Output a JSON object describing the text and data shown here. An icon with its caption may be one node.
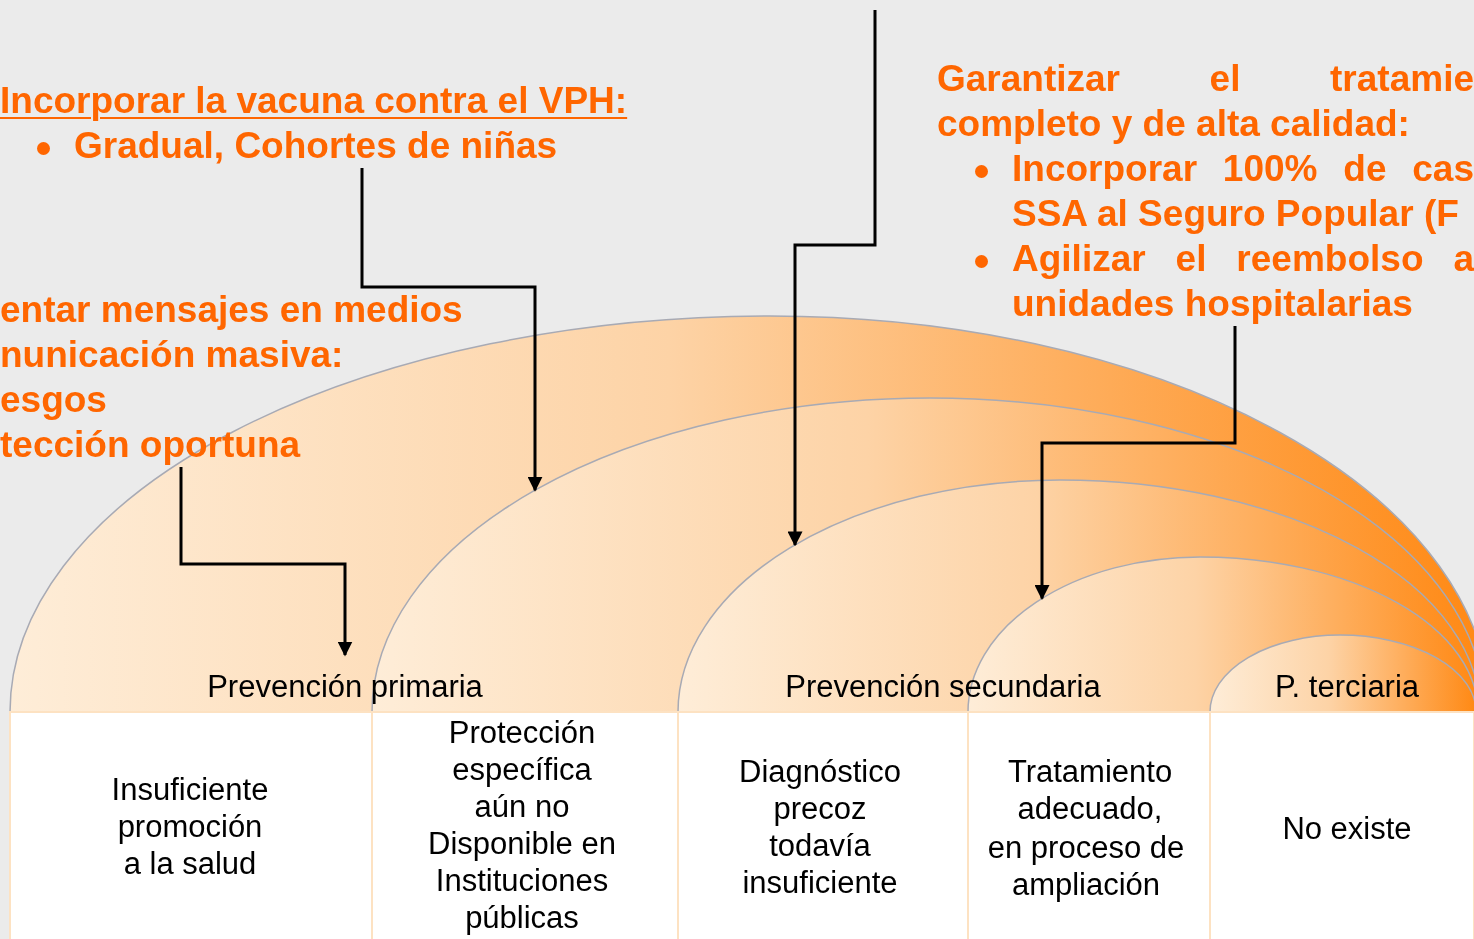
{
  "diagram": {
    "nodes": [
      {
        "text": [
          "Incorporar la vacuna contra el VPH:",
          "Gradual, Cohortes de niñas"
        ]
      },
      {
        "text": [
          "Garantizar el tratamie",
          "completo y de alta calidad:",
          "Incorporar 100% de cas",
          "SSA al Seguro Popular (F",
          "Agilizar el reembolso a",
          "unidades hospitalarias"
        ]
      },
      {
        "text": [
          "entar mensajes en medios",
          "nunicación masiva:",
          "esgos",
          "tección oportuna"
        ]
      },
      {
        "text": [],
        "shape": "arc"
      },
      {
        "text": [],
        "shape": "arc",
        "in": 3
      },
      {
        "text": [],
        "shape": "arc",
        "in": 4
      },
      {
        "text": [],
        "shape": "arc",
        "in": 5
      },
      {
        "text": [],
        "shape": "arc",
        "in": 6
      }
    ],
    "edges": [
      {
        "from": 2,
        "to": 3,
        "arrow": "to"
      },
      {
        "from": 0,
        "to": 4,
        "arrow": "to"
      },
      {
        "from": null,
        "to": 5,
        "arrow": "to"
      },
      {
        "from": 1,
        "to": 6,
        "arrow": "to"
      }
    ],
    "labels": [
      "Prevención primaria",
      "Prevención secundaria",
      "P. terciaria",
      "Insuficiente promoción a la salud",
      "Protección específica aún no Disponible en Instituciones públicas",
      "Diagnóstico precoz todavía insuficiente",
      "Tratamiento adecuado,",
      "en proceso de ampliación",
      "No existe"
    ]
  }
}
